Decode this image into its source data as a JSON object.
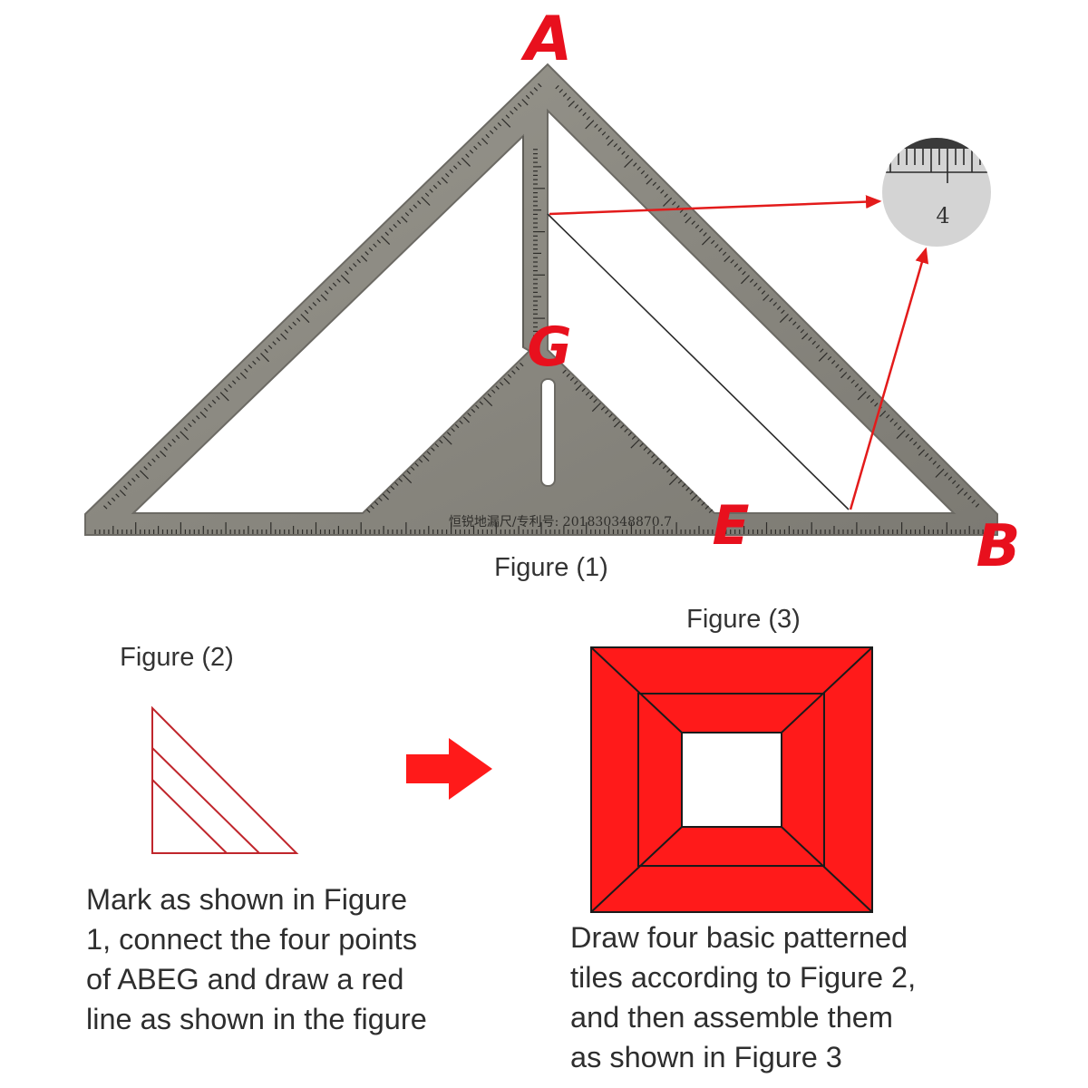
{
  "figure1": {
    "caption": "Figure (1)",
    "points": {
      "a": "A",
      "b": "B",
      "e": "E",
      "g": "G"
    },
    "zoom_tick": "4",
    "engraving": "恒锐地漏尺/专利号: 201830348870.7"
  },
  "figure2": {
    "caption": "Figure (2)"
  },
  "figure3": {
    "caption": "Figure (3)"
  },
  "desc_left": [
    "Mark as shown in Figure",
    "1, connect the four points",
    "of ABEG and draw a red",
    "line as shown in the figure"
  ],
  "desc_right": [
    "Draw four basic patterned",
    "tiles according to Figure 2,",
    "and then assemble them",
    "as shown in Figure 3"
  ],
  "colors": {
    "red": "#ff1a1a",
    "label_red": "#e8101d",
    "ruler_metal": "#8c8a82",
    "ruler_edge": "#6c6a64",
    "outline": "#1a1a1a",
    "zoom_bg": "#d4d4d4"
  }
}
